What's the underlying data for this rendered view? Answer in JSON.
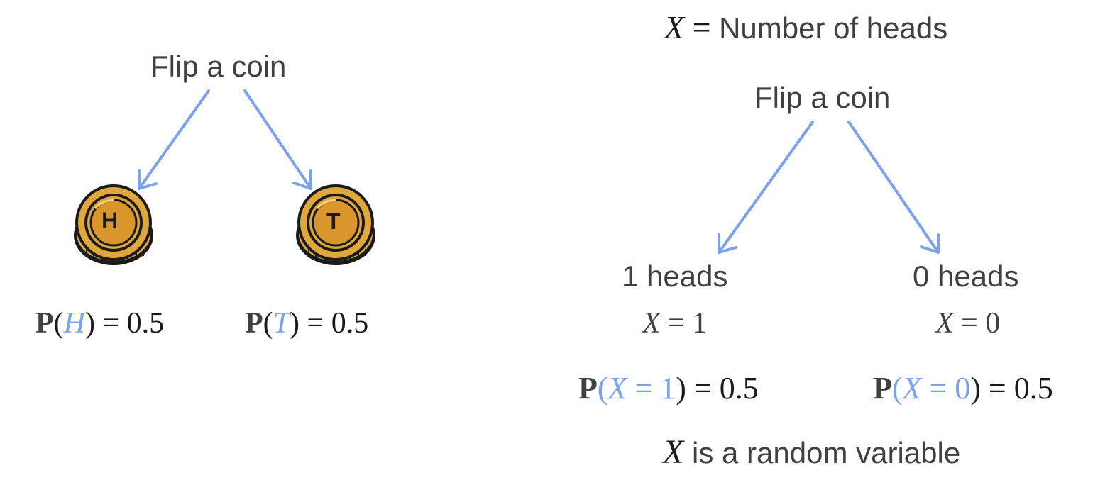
{
  "colors": {
    "accent": "#7aa2ee",
    "coin_gold": "#e0a83a",
    "coin_outline": "#1a1a1a",
    "text": "#404040"
  },
  "left": {
    "root_label": "Flip a coin",
    "coins": [
      {
        "icon": "coin-heads-icon",
        "letter": "H"
      },
      {
        "icon": "coin-tails-icon",
        "letter": "T"
      }
    ],
    "prob_heads": {
      "p": "P",
      "open": "(",
      "outcome": "H",
      "close": ")",
      "rest": " = 0.5"
    },
    "prob_tails": {
      "p": "P",
      "open": "(",
      "outcome": "T",
      "close": ")",
      "rest": " = 0.5"
    }
  },
  "right": {
    "definition_var": "X",
    "definition_eq": " = ",
    "definition_text": "Number of heads",
    "root_label": "Flip a coin",
    "branch_1_label": "1 heads",
    "branch_0_label": "0 heads",
    "branch_1_value": {
      "var": "X",
      "rest": " = 1"
    },
    "branch_0_value": {
      "var": "X",
      "rest": " = 0"
    },
    "prob_1": {
      "p": "P",
      "open": "(",
      "var": "X",
      "eq": " = 1",
      "close": ")",
      "rest": " = 0.5"
    },
    "prob_0": {
      "p": "P",
      "open": "(",
      "var": "X",
      "eq": " = 0",
      "close": ")",
      "rest": " = 0.5"
    },
    "conclusion_var": "X",
    "conclusion_text": " is a random variable"
  }
}
